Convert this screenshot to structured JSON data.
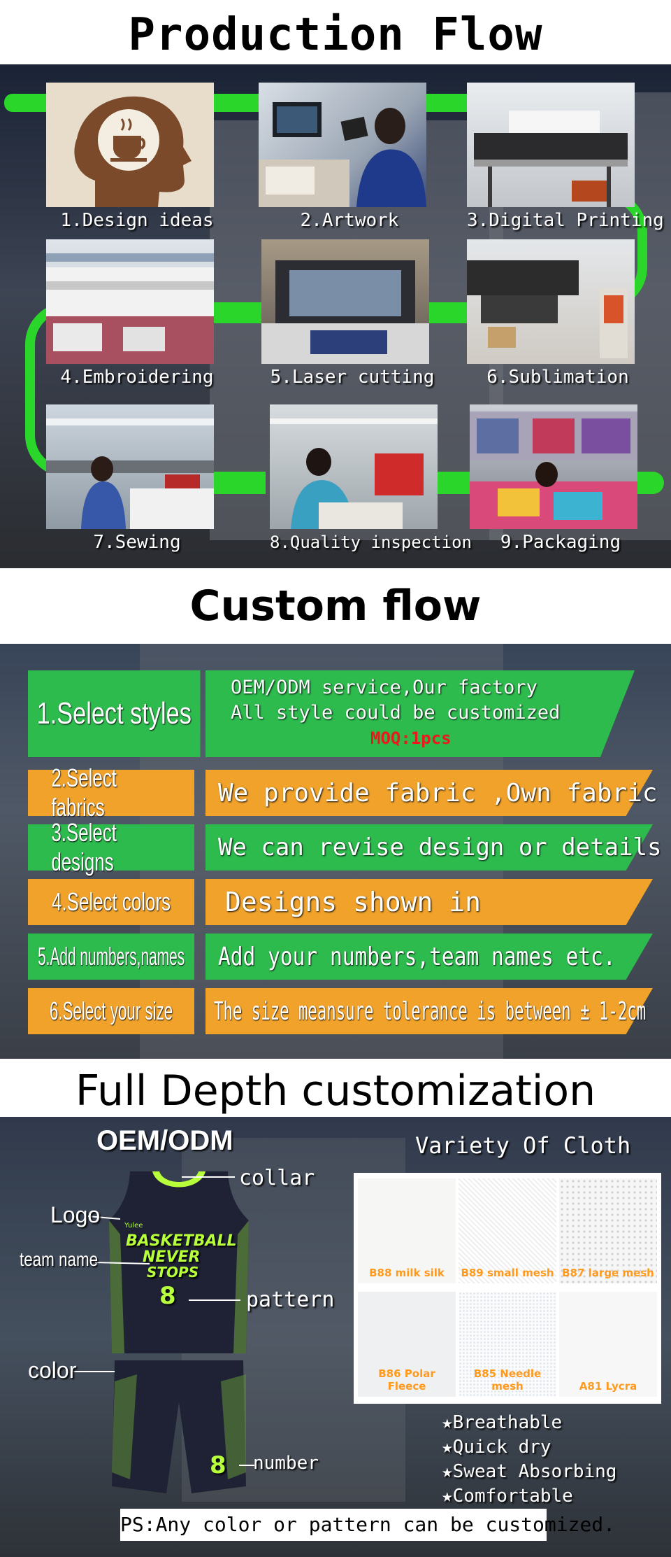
{
  "production": {
    "title": "Production Flow",
    "steps": [
      {
        "caption": "1.Design ideas"
      },
      {
        "caption": "2.Artwork"
      },
      {
        "caption": "3.Digital Printing"
      },
      {
        "caption": "4.Embroidering"
      },
      {
        "caption": "5.Laser cutting"
      },
      {
        "caption": "6.Sublimation"
      },
      {
        "caption": "7.Sewing"
      },
      {
        "caption": "8.Quality inspection"
      },
      {
        "caption": "9.Packaging"
      }
    ]
  },
  "custom": {
    "title": "Custom flow",
    "rows": [
      {
        "label": "1.Select styles",
        "lines": [
          "OEM/ODM service,Our factory",
          "All style could be customized"
        ],
        "note": "MOQ:1pcs"
      },
      {
        "label": "2.Select fabrics",
        "value": "We provide fabric ,Own fabric"
      },
      {
        "label": "3.Select designs",
        "value": "We can revise design or details"
      },
      {
        "label": "4.Select colors",
        "value": "Designs shown in"
      },
      {
        "label": "5.Add numbers,names",
        "value": "Add your numbers,team names etc."
      },
      {
        "label": "6.Select your size",
        "value": "The size meansure tolerance is between ± 1-2cm"
      }
    ]
  },
  "full": {
    "title": "Full Depth customization",
    "oem": "OEM/ODM",
    "variety": "Variety Of Cloth",
    "jersey_labels": {
      "collar": "collar",
      "logo": "Logo",
      "team_name": "team name",
      "pattern": "pattern",
      "color": "color",
      "number": "number"
    },
    "jersey_print": {
      "line1": "BASKETBALL",
      "line2": "NEVER",
      "line3": "STOPS",
      "num": "8",
      "brand": "Yulee"
    },
    "swatches": [
      {
        "label": "B88 milk silk"
      },
      {
        "label": "B89 small mesh"
      },
      {
        "label": "B87 large mesh"
      },
      {
        "label": "B86 Polar Fleece"
      },
      {
        "label": "B85 Needle mesh"
      },
      {
        "label": "A81 Lycra"
      }
    ],
    "features": [
      "★Breathable",
      "★Quick dry",
      "★Sweat Absorbing",
      "★Comfortable"
    ],
    "ps": "PS:Any color or pattern can be customized."
  },
  "colors": {
    "green": "#2bd62b",
    "banner_green": "#2dbb4e",
    "banner_orange": "#f0a22b",
    "note_red": "#e81b1b",
    "jersey_accent": "#b6ff3a"
  }
}
